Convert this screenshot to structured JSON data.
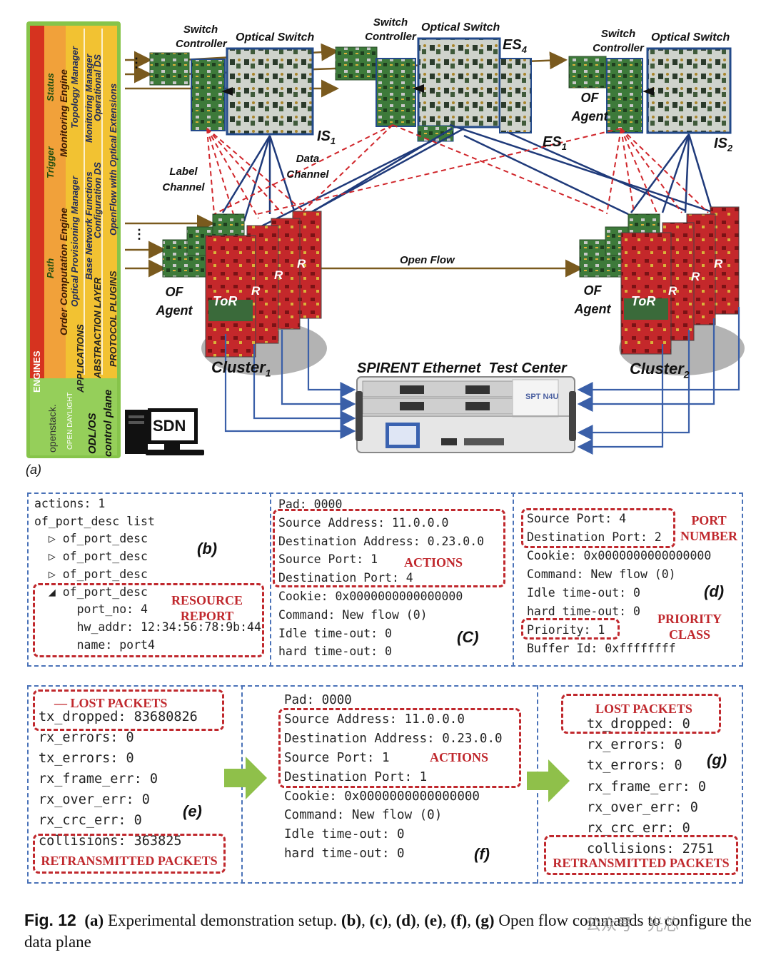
{
  "diagram": {
    "panel_label": "(a)",
    "stack": {
      "layers": [
        {
          "side": "ENGINES",
          "items": [
            "Order Computation Engine",
            "Monitoring Engine"
          ]
        },
        {
          "side": "APPLICATIONS",
          "items": [
            "Optical Provisioning Manager",
            "Topology Manager"
          ]
        },
        {
          "side": "",
          "items": [
            "Base Network Functions",
            "Monitoring Manager"
          ]
        },
        {
          "side": "ABSTRACTION LAYER",
          "items": [
            "Configuration DS",
            "Operational DS"
          ]
        },
        {
          "side": "PROTOCOL PLUGINS",
          "items": [
            "OpenFlow with Optical Extensions"
          ]
        }
      ],
      "arrows": [
        "Path",
        "Trigger",
        "Status"
      ],
      "bottom": [
        "openstack.",
        "OPEN DAYLIGHT",
        "ODL/OS",
        "control plane"
      ]
    },
    "sdn_label": "SDN",
    "switch_controller": "Switch Controller",
    "optical_switch": "Optical Switch",
    "is1": "IS",
    "is1_sub": "1",
    "is2": "IS",
    "is2_sub": "2",
    "es4": "ES",
    "es4_sub": "4",
    "es1": "ES",
    "es1_sub": "1",
    "of_agent": "OF Agent",
    "label_channel": "Label Channel",
    "data_channel": "Data Channel",
    "open_flow": "Open Flow",
    "tor": "ToR",
    "r": "R",
    "cluster1": "Cluster",
    "cluster1_sub": "1",
    "cluster2": "Cluster",
    "cluster2_sub": "2",
    "spirent": "SPIRENT Ethernet  Test Center",
    "spt": "SPT N4U",
    "dots": "⋮"
  },
  "panel_b": {
    "id": "(b)",
    "lines": [
      "actions: 1",
      "of_port_desc list",
      "  ▷ of_port_desc",
      "  ▷ of_port_desc",
      "  ▷ of_port_desc",
      "  ◢ of_port_desc",
      "      port_no: 4",
      "      hw_addr: 12:34:56:78:9b:44",
      "      name: port4"
    ],
    "label": "RESOURCE\nREPORT"
  },
  "panel_c": {
    "id": "(C)",
    "lines": [
      "Pad: 0000",
      "Source Address: 11.0.0.0",
      "Destination Address: 0.23.0.0",
      "Source Port: 1",
      "Destination Port: 4",
      "Cookie: 0x0000000000000000",
      "Command: New flow (0)",
      "Idle time-out: 0",
      "hard time-out: 0"
    ],
    "label": "ACTIONS"
  },
  "panel_d": {
    "id": "(d)",
    "lines": [
      "Source Port: 4",
      "Destination Port: 2",
      "Cookie: 0x0000000000000000",
      "Command: New flow (0)",
      "Idle time-out: 0",
      "hard time-out: 0",
      "Priority: 1",
      "Buffer Id: 0xffffffff"
    ],
    "label1": "PORT\nNUMBER",
    "label2": "PRIORITY\nCLASS"
  },
  "panel_e": {
    "id": "(e)",
    "lines": [
      "tx_dropped: 83680826",
      "rx_errors: 0",
      "tx_errors: 0",
      "rx_frame_err: 0",
      "rx_over_err: 0",
      "rx_crc_err: 0",
      "collisions: 363825"
    ],
    "label_lost": "— LOST PACKETS",
    "label_retx": "RETRANSMITTED PACKETS"
  },
  "panel_f": {
    "id": "(f)",
    "lines": [
      "Pad: 0000",
      "Source Address: 11.0.0.0",
      "Destination Address: 0.23.0.0",
      "Source Port: 1",
      "Destination Port: 1",
      "Cookie: 0x0000000000000000",
      "Command: New flow (0)",
      "Idle time-out: 0",
      "hard time-out: 0"
    ],
    "label": "ACTIONS"
  },
  "panel_g": {
    "id": "(g)",
    "lines": [
      "tx_dropped: 0",
      "rx_errors: 0",
      "tx_errors: 0",
      "rx_frame_err: 0",
      "rx_over_err: 0",
      "rx_crc_err: 0",
      "collisions: 2751"
    ],
    "label_lost": "LOST PACKETS",
    "label_retx": "RETRANSMITTED PACKETS"
  },
  "caption": {
    "fig": "Fig. 12",
    "a": "(a)",
    "t1": " Experimental demonstration setup. ",
    "b": "(b)",
    "c": "(c)",
    "d": "(d)",
    "e": "(e)",
    "f": "(f)",
    "g": "(g)",
    "sep": ", ",
    "t2": " Open flow commands to configure the data plane"
  },
  "watermark": "公众号 · 光芯",
  "colors": {
    "blue_line": "#2a4a8a",
    "red_dash": "#d0262b",
    "arrow_brown": "#7a5a1e",
    "green_arrow": "#8fc04a",
    "dashed_panel": "#4a72b8"
  }
}
